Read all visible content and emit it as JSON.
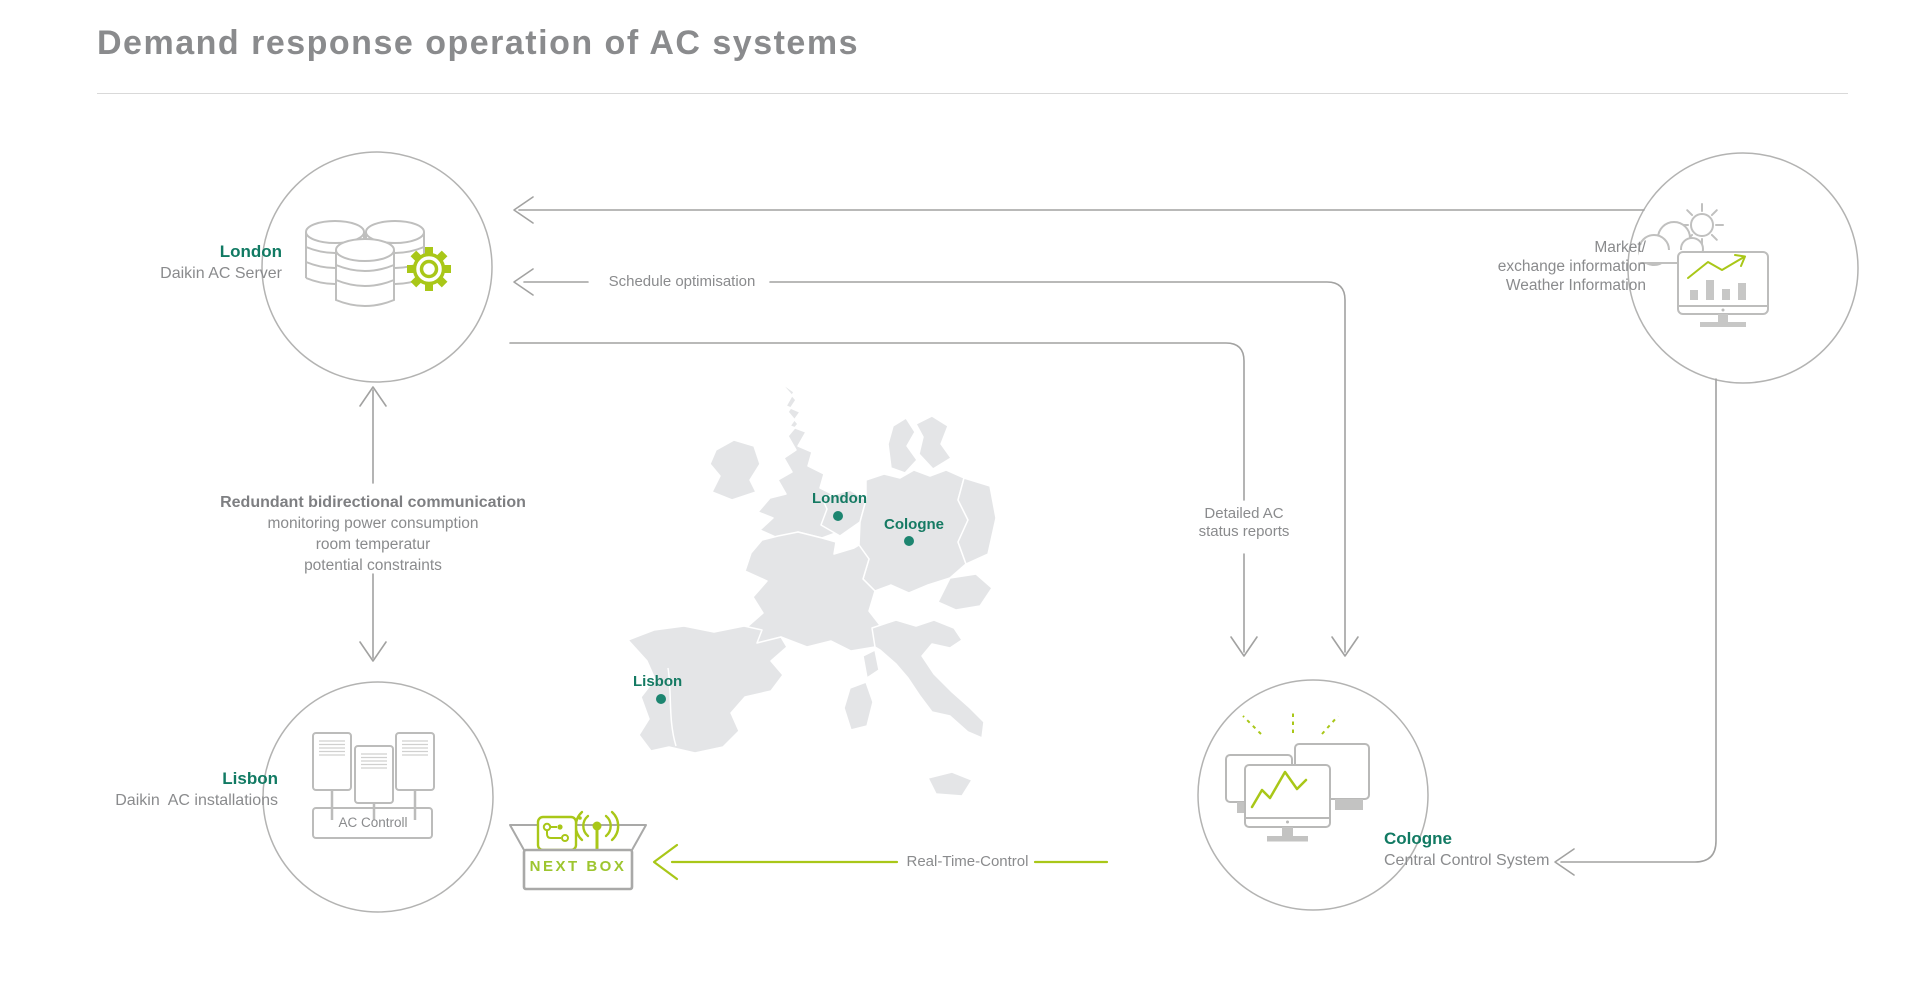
{
  "title": "Demand response operation of AC systems",
  "colors": {
    "accent_lime": "#a9c718",
    "accent_teal": "#117a63",
    "line_gray": "#a5a5a4",
    "text_gray": "#8a8b8d",
    "map_fill": "#e4e5e7"
  },
  "nodes": {
    "server": {
      "city": "London",
      "label": "Daikin AC Server"
    },
    "market": {
      "lines": [
        "Market/",
        "exchange information",
        "Weather Information"
      ]
    },
    "installations": {
      "city": "Lisbon",
      "label": "Daikin  AC installations",
      "controller_label": "AC Controll"
    },
    "control": {
      "city": "Cologne",
      "label": "Central Control System"
    }
  },
  "flows": {
    "schedule_label": "Schedule optimisation",
    "status_label_line1": "Detailed AC",
    "status_label_line2": "status reports",
    "bidirectional_title": "Redundant bidirectional communication",
    "bidirectional_items": [
      "monitoring power consumption",
      "room temperatur",
      "potential constraints"
    ],
    "realtime_label": "Real-Time-Control"
  },
  "nextbox_label": "NEXT BOX",
  "map_labels": {
    "london": "London",
    "cologne": "Cologne",
    "lisbon": "Lisbon"
  }
}
